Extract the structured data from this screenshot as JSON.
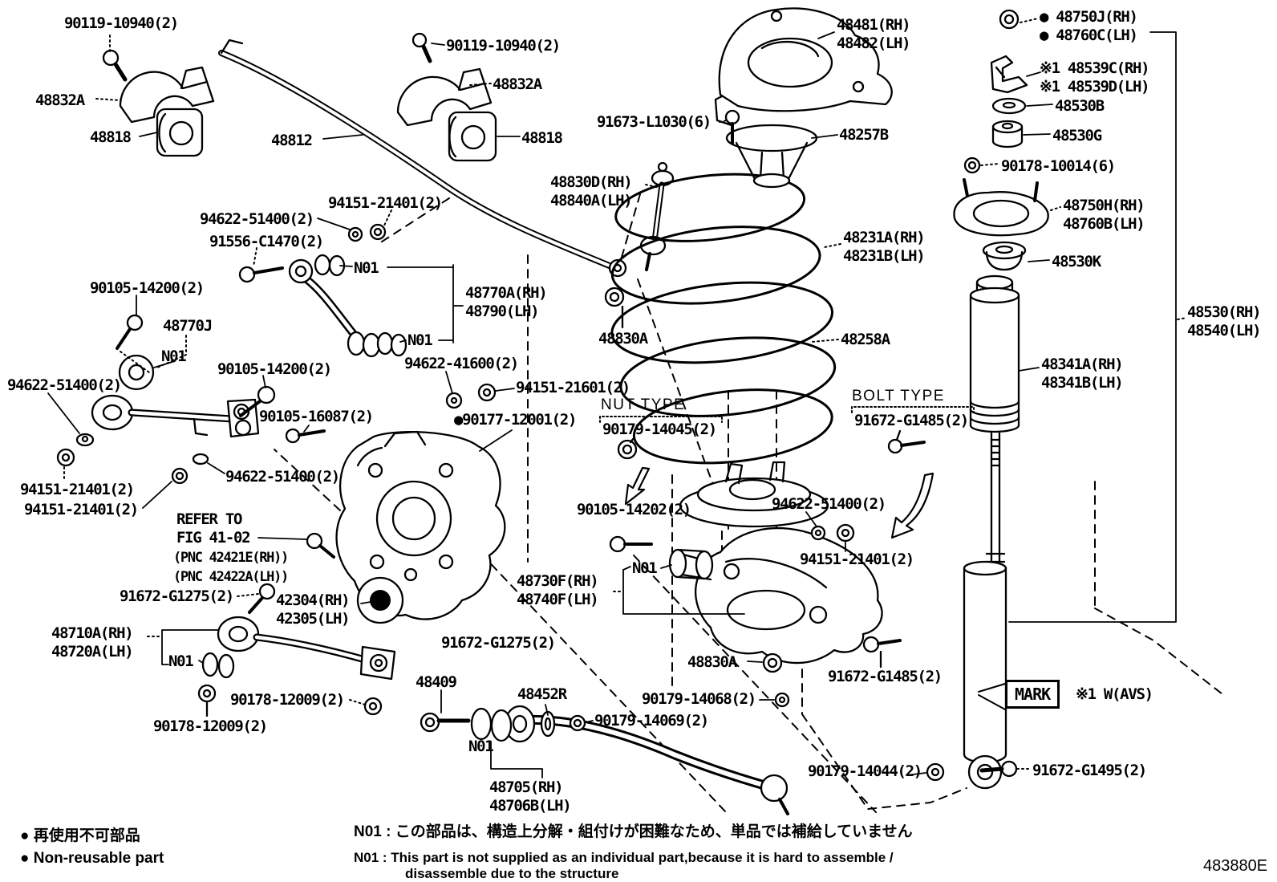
{
  "callouts": {
    "mark": "MARK"
  },
  "legend": {
    "nonreusable_jp": "● 再使用不可部品",
    "nonreusable_en": "● Non-reusable part"
  },
  "notes": {
    "n01_jp": "N01 :  この部品は、構造上分解・組付けが困難なため、単品では補給していません",
    "n01_en1": "N01 :  This part is not supplied as an individual part,because it is hard to assemble /",
    "n01_en2": "disassemble due to the structure"
  },
  "figure_code": "483880E",
  "labels": [
    {
      "id": "stab_bolt_left",
      "lines": [
        "90119-10940(2)"
      ]
    },
    {
      "id": "stab_bracket_left",
      "lines": [
        "48832A"
      ]
    },
    {
      "id": "stab_bush_left",
      "lines": [
        "48818"
      ]
    },
    {
      "id": "stab_bar",
      "lines": [
        "48812"
      ]
    },
    {
      "id": "stab_bolt_right",
      "lines": [
        "90119-10940(2)"
      ]
    },
    {
      "id": "stab_bracket_right",
      "lines": [
        "48832A"
      ]
    },
    {
      "id": "stab_bush_right",
      "lines": [
        "48818"
      ]
    },
    {
      "id": "bolt_91673",
      "lines": [
        "91673-L1030(6)"
      ]
    },
    {
      "id": "support_48481",
      "lines": [
        "48481(RH)",
        "48482(LH)"
      ]
    },
    {
      "id": "insulator_48257B",
      "lines": [
        "48257B"
      ]
    },
    {
      "id": "mount_48750J",
      "lines": [
        "● 48750J(RH)",
        "● 48760C(LH)"
      ]
    },
    {
      "id": "bracket_48539",
      "lines": [
        "※1 48539C(RH)",
        "※1 48539D(LH)"
      ]
    },
    {
      "id": "washer_48530B",
      "lines": [
        "48530B"
      ]
    },
    {
      "id": "collar_48530G",
      "lines": [
        "48530G"
      ]
    },
    {
      "id": "nut_90178_10014",
      "lines": [
        "90178-10014(6)"
      ]
    },
    {
      "id": "support_48750H",
      "lines": [
        "48750H(RH)",
        "48760B(LH)"
      ]
    },
    {
      "id": "bump_48530K",
      "lines": [
        "48530K"
      ]
    },
    {
      "id": "spring_48231",
      "lines": [
        "48231A(RH)",
        "48231B(LH)"
      ]
    },
    {
      "id": "link_48830D",
      "lines": [
        "48830D(RH)",
        "48840A(LH)"
      ]
    },
    {
      "id": "nut_48830A_top",
      "lines": [
        "48830A"
      ]
    },
    {
      "id": "seat_48258A",
      "lines": [
        "48258A"
      ]
    },
    {
      "id": "assy_48530",
      "lines": [
        "48530(RH)",
        "48540(LH)"
      ]
    },
    {
      "id": "absorber_48341",
      "lines": [
        "48341A(RH)",
        "48341B(LH)"
      ]
    },
    {
      "id": "nut_94151_top",
      "lines": [
        "94151-21401(2)"
      ]
    },
    {
      "id": "washer_94622_top",
      "lines": [
        "94622-51400(2)"
      ]
    },
    {
      "id": "bolt_91556",
      "lines": [
        "91556-C1470(2)"
      ]
    },
    {
      "id": "n01_a",
      "lines": [
        "N01"
      ]
    },
    {
      "id": "arm_48770A",
      "lines": [
        "48770A(RH)",
        "48790(LH)"
      ]
    },
    {
      "id": "n01_b",
      "lines": [
        "N01"
      ]
    },
    {
      "id": "bolt_90105_14200_l",
      "lines": [
        "90105-14200(2)"
      ]
    },
    {
      "id": "bush_48770J",
      "lines": [
        "48770J"
      ]
    },
    {
      "id": "n01_c",
      "lines": [
        "N01"
      ]
    },
    {
      "id": "washer_94622_left",
      "lines": [
        "94622-51400(2)"
      ]
    },
    {
      "id": "bolt_90105_14200_m",
      "lines": [
        "90105-14200(2)"
      ]
    },
    {
      "id": "washer_94622_41600",
      "lines": [
        "94622-41600(2)"
      ]
    },
    {
      "id": "washer_94151_21601",
      "lines": [
        "94151-21601(2)"
      ]
    },
    {
      "id": "nut_90177",
      "lines": [
        "●90177-12001(2)"
      ]
    },
    {
      "id": "nut_type",
      "lines": [
        "NUT TYPE"
      ]
    },
    {
      "id": "nut_90179_14045",
      "lines": [
        "90179-14045(2)"
      ]
    },
    {
      "id": "bolt_90105_16087",
      "lines": [
        "90105-16087(2)"
      ]
    },
    {
      "id": "nut_94151_l1",
      "lines": [
        "94151-21401(2)"
      ]
    },
    {
      "id": "nut_94151_l2",
      "lines": [
        "94151-21401(2)"
      ]
    },
    {
      "id": "washer_94622_mid",
      "lines": [
        "94622-51400(2)"
      ]
    },
    {
      "id": "refer_fig",
      "lines": [
        "REFER TO",
        "FIG 41-02"
      ]
    },
    {
      "id": "refer_pnc",
      "lines": [
        "(PNC 42421E(RH))",
        "(PNC 42422A(LH))"
      ]
    },
    {
      "id": "bolt_90105_14202",
      "lines": [
        "90105-14202(2)"
      ]
    },
    {
      "id": "washer_94622_right",
      "lines": [
        "94622-51400(2)"
      ]
    },
    {
      "id": "nut_94151_right",
      "lines": [
        "94151-21401(2)"
      ]
    },
    {
      "id": "n01_d",
      "lines": [
        "N01"
      ]
    },
    {
      "id": "arm_48730F",
      "lines": [
        "48730F(RH)",
        "48740F(LH)"
      ]
    },
    {
      "id": "bolt_91672_G1275_1",
      "lines": [
        "91672-G1275(2)"
      ]
    },
    {
      "id": "knuckle_42304",
      "lines": [
        "42304(RH)",
        "42305(LH)"
      ]
    },
    {
      "id": "arm_48710A",
      "lines": [
        "48710A(RH)",
        "48720A(LH)"
      ]
    },
    {
      "id": "n01_e",
      "lines": [
        "N01"
      ]
    },
    {
      "id": "bolt_91672_G1275_2",
      "lines": [
        "91672-G1275(2)"
      ]
    },
    {
      "id": "bolt_type",
      "lines": [
        "BOLT TYPE"
      ]
    },
    {
      "id": "bolt_91672_G1485_t",
      "lines": [
        "91672-G1485(2)"
      ]
    },
    {
      "id": "nut_90178_12009_1",
      "lines": [
        "90178-12009(2)"
      ]
    },
    {
      "id": "nut_90178_12009_2",
      "lines": [
        "90178-12009(2)"
      ]
    },
    {
      "id": "bolt_48409",
      "lines": [
        "48409"
      ]
    },
    {
      "id": "washer_48452R",
      "lines": [
        "48452R"
      ]
    },
    {
      "id": "nut_90179_14069",
      "lines": [
        "90179-14069(2)"
      ]
    },
    {
      "id": "n01_f",
      "lines": [
        "N01"
      ]
    },
    {
      "id": "arm_48705",
      "lines": [
        "48705(RH)",
        "48706B(LH)"
      ]
    },
    {
      "id": "nut_90179_14068",
      "lines": [
        "90179-14068(2)"
      ]
    },
    {
      "id": "nut_48830A_bot",
      "lines": [
        "48830A"
      ]
    },
    {
      "id": "bolt_91672_G1485_b",
      "lines": [
        "91672-G1485(2)"
      ]
    },
    {
      "id": "nut_90179_14044",
      "lines": [
        "90179-14044(2)"
      ]
    },
    {
      "id": "bolt_91672_G1495",
      "lines": [
        "91672-G1495(2)"
      ]
    },
    {
      "id": "avs_note",
      "lines": [
        "※1 W(AVS)"
      ]
    }
  ]
}
